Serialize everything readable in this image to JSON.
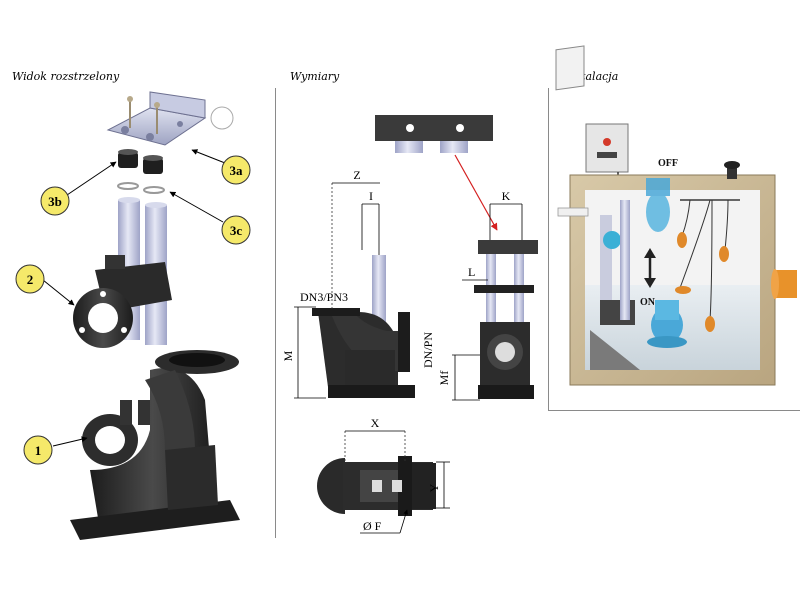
{
  "sections": {
    "exploded_title": "Widok rozstrzelony",
    "dimensions_title": "Wymiary",
    "installation_title": "Instalacja"
  },
  "callouts": {
    "c1": "1",
    "c2": "2",
    "c3a": "3a",
    "c3b": "3b",
    "c3c": "3c"
  },
  "dimensions": {
    "z": "Z",
    "i": "I",
    "dn3_pn3": "DN3/PN3",
    "m": "M",
    "dn_pn": "DN/PN",
    "k": "K",
    "l": "L",
    "mf": "Mf",
    "x": "X",
    "y": "Y",
    "of": "Ø F"
  },
  "installation": {
    "off_label": "OFF",
    "on_label": "ON"
  },
  "colors": {
    "callout_fill": "#f5e96a",
    "cast_iron": "#2b2b2b",
    "pipe": "#c9cde6",
    "pump_blue": "#4aa8d8",
    "float_orange": "#e0892a",
    "arrow_red": "#d42020"
  }
}
